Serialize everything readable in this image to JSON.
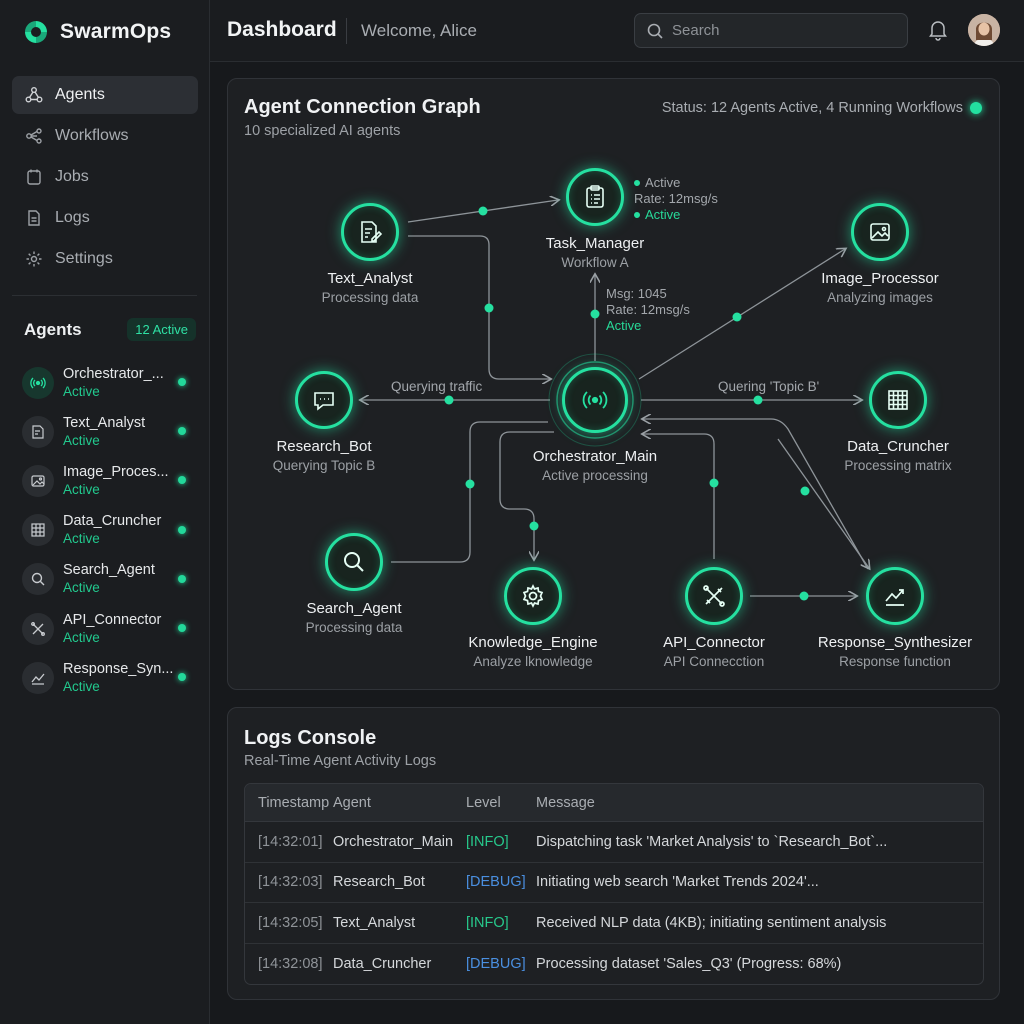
{
  "brand": {
    "name": "SwarmOps",
    "accent": "#25e0a0"
  },
  "nav": {
    "items": [
      {
        "label": "Agents",
        "icon": "agents-icon",
        "active": true
      },
      {
        "label": "Workflows",
        "icon": "workflows-icon"
      },
      {
        "label": "Jobs",
        "icon": "jobs-icon"
      },
      {
        "label": "Logs",
        "icon": "logs-icon"
      },
      {
        "label": "Settings",
        "icon": "gear-icon"
      }
    ]
  },
  "sidebar_agents": {
    "title": "Agents",
    "badge": "12 Active",
    "items": [
      {
        "name": "Orchestrator_...",
        "status": "Active",
        "icon": "broadcast-icon"
      },
      {
        "name": "Text_Analyst",
        "status": "Active",
        "icon": "document-edit-icon"
      },
      {
        "name": "Image_Proces...",
        "status": "Active",
        "icon": "image-icon"
      },
      {
        "name": "Data_Cruncher",
        "status": "Active",
        "icon": "grid-icon"
      },
      {
        "name": "Search_Agent",
        "status": "Active",
        "icon": "search-icon"
      },
      {
        "name": "API_Connector",
        "status": "Active",
        "icon": "connector-icon"
      },
      {
        "name": "Response_Syn...",
        "status": "Active",
        "icon": "chart-icon"
      }
    ]
  },
  "header": {
    "title": "Dashboard",
    "welcome": "Welcome, Alice",
    "search_placeholder": "Search"
  },
  "graph": {
    "title": "Agent Connection Graph",
    "subtitle": "10 specialized AI agents",
    "status": "Status: 12 Agents Active, 4 Running Workflows",
    "nodes": {
      "task_manager": {
        "label": "Task_Manager",
        "sub": "Workflow A"
      },
      "text_analyst": {
        "label": "Text_Analyst",
        "sub": "Processing data"
      },
      "image_processor": {
        "label": "Image_Processor",
        "sub": "Analyzing images"
      },
      "research_bot": {
        "label": "Research_Bot",
        "sub": "Querying Topic B"
      },
      "orchestrator": {
        "label": "Orchestrator_Main",
        "sub": "Active processing"
      },
      "data_cruncher": {
        "label": "Data_Cruncher",
        "sub": "Processing matrix"
      },
      "search_agent": {
        "label": "Search_Agent",
        "sub": "Processing data"
      },
      "knowledge_engine": {
        "label": "Knowledge_Engine",
        "sub": "Analyze lknowledge"
      },
      "api_connector": {
        "label": "API_Connector",
        "sub": "API Connecction"
      },
      "response_synth": {
        "label": "Response_Synthesizer",
        "sub": "Response function"
      }
    },
    "task_info": {
      "line1": "Active",
      "line2": "Rate: 12msg/s",
      "line3": "Active"
    },
    "orch_info": {
      "line1": "Msg: 1045",
      "line2": "Rate: 12msg/s",
      "line3": "Active"
    },
    "edge_labels": {
      "research": "Querying traffic",
      "cruncher": "Quering 'Topic B'"
    }
  },
  "logs": {
    "title": "Logs Console",
    "subtitle": "Real-Time Agent Activity Logs",
    "columns": [
      "Timestamp",
      "Agent",
      "Level",
      "Message"
    ],
    "rows": [
      {
        "ts": "[14:32:01]",
        "agent": "Orchestrator_Main",
        "level": "[INFO]",
        "msg": "Dispatching task 'Market Analysis' to `Research_Bot`..."
      },
      {
        "ts": "[14:32:03]",
        "agent": "Research_Bot",
        "level": "[DEBUG]",
        "msg": "Initiating web search 'Market Trends 2024'..."
      },
      {
        "ts": "[14:32:05]",
        "agent": "Text_Analyst",
        "level": "[INFO]",
        "msg": "Received NLP data (4KB); initiating sentiment analysis"
      },
      {
        "ts": "[14:32:08]",
        "agent": "Data_Cruncher",
        "level": "[DEBUG]",
        "msg": "Processing dataset 'Sales_Q3' (Progress: 68%)"
      }
    ]
  }
}
